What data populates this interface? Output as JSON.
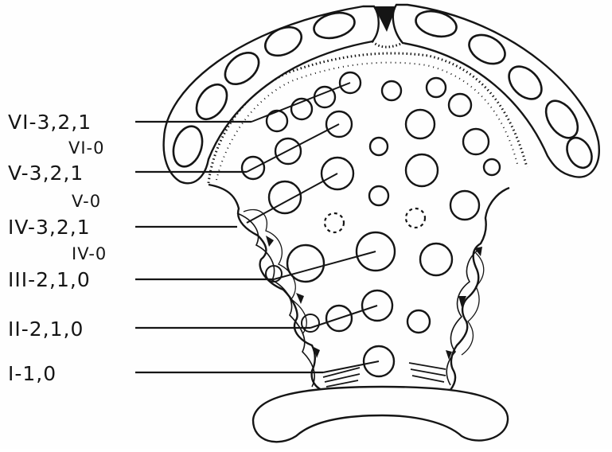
{
  "labels": {
    "row_6": "VI-3,2,1",
    "row_6_alt": "VI-0",
    "row_5": "V-3,2,1",
    "row_5_alt": "V-0",
    "row_4": "IV-3,2,1",
    "row_4_alt": "IV-0",
    "row_3": "III-2,1,0",
    "row_2": "II-2,1,0",
    "row_1": "I-1,0"
  },
  "colors": {
    "ink": "#151515",
    "paper": "#fefefe"
  }
}
